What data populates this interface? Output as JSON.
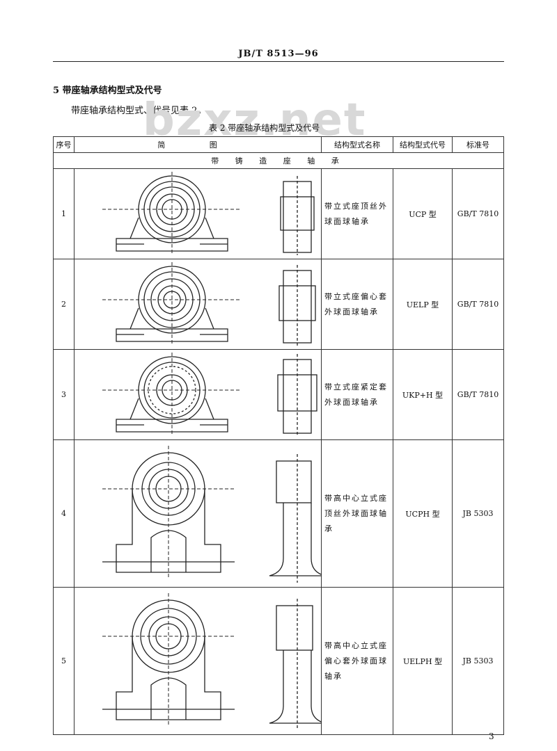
{
  "header": {
    "code": "JB/T 8513—96"
  },
  "section": {
    "title": "5 带座轴承结构型式及代号"
  },
  "paragraph": "带座轴承结构型式、代号见表 2。",
  "watermark": "bzxz.net",
  "table": {
    "caption": "表 2 带座轴承结构型式及代号",
    "headers": {
      "seq": "序号",
      "figure": "简 图",
      "name": "结构型式名称",
      "code": "结构型式代号",
      "standard": "标准号"
    },
    "subheader": "带 铸 造 座 轴 承",
    "rows": [
      {
        "seq": "1",
        "name": "带立式座顶丝外球面球轴承",
        "code": "UCP 型",
        "standard": "GB/T 7810"
      },
      {
        "seq": "2",
        "name": "带立式座偏心套外球面球轴承",
        "code": "UELP 型",
        "standard": "GB/T 7810"
      },
      {
        "seq": "3",
        "name": "带立式座紧定套外球面球轴承",
        "code": "UKP+H 型",
        "standard": "GB/T 7810"
      },
      {
        "seq": "4",
        "name": "带高中心立式座顶丝外球面球轴承",
        "code": "UCPH 型",
        "standard": "JB 5303"
      },
      {
        "seq": "5",
        "name": "带高中心立式座偏心套外球面球轴承",
        "code": "UELPH 型",
        "standard": "JB 5303"
      }
    ]
  },
  "page_number": "3"
}
